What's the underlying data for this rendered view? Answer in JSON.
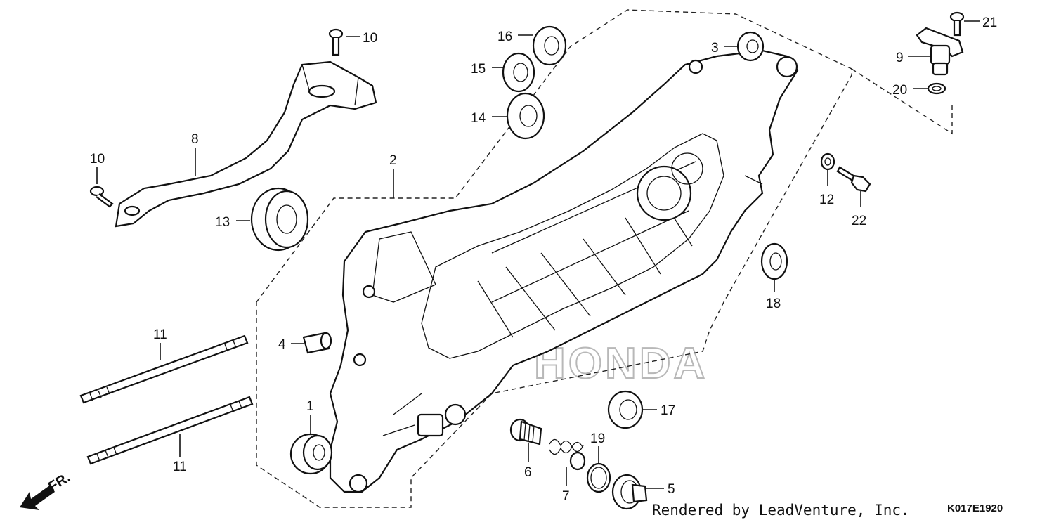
{
  "diagram": {
    "callouts": [
      {
        "key": "c10a",
        "text": "10"
      },
      {
        "key": "c8",
        "text": "8"
      },
      {
        "key": "c10b",
        "text": "10"
      },
      {
        "key": "c13",
        "text": "13"
      },
      {
        "key": "c2",
        "text": "2"
      },
      {
        "key": "c16",
        "text": "16"
      },
      {
        "key": "c15",
        "text": "15"
      },
      {
        "key": "c14",
        "text": "14"
      },
      {
        "key": "c3",
        "text": "3"
      },
      {
        "key": "c21",
        "text": "21"
      },
      {
        "key": "c9",
        "text": "9"
      },
      {
        "key": "c20",
        "text": "20"
      },
      {
        "key": "c12",
        "text": "12"
      },
      {
        "key": "c22",
        "text": "22"
      },
      {
        "key": "c18",
        "text": "18"
      },
      {
        "key": "c11a",
        "text": "11"
      },
      {
        "key": "c11b",
        "text": "11"
      },
      {
        "key": "c4",
        "text": "4"
      },
      {
        "key": "c1",
        "text": "1"
      },
      {
        "key": "c17",
        "text": "17"
      },
      {
        "key": "c19",
        "text": "19"
      },
      {
        "key": "c6",
        "text": "6"
      },
      {
        "key": "c7",
        "text": "7"
      },
      {
        "key": "c5",
        "text": "5"
      }
    ],
    "watermark": "HONDA",
    "front_marker": "FR.",
    "credit": "Rendered by LeadVenture, Inc.",
    "drawing_code": "K017E1920"
  }
}
